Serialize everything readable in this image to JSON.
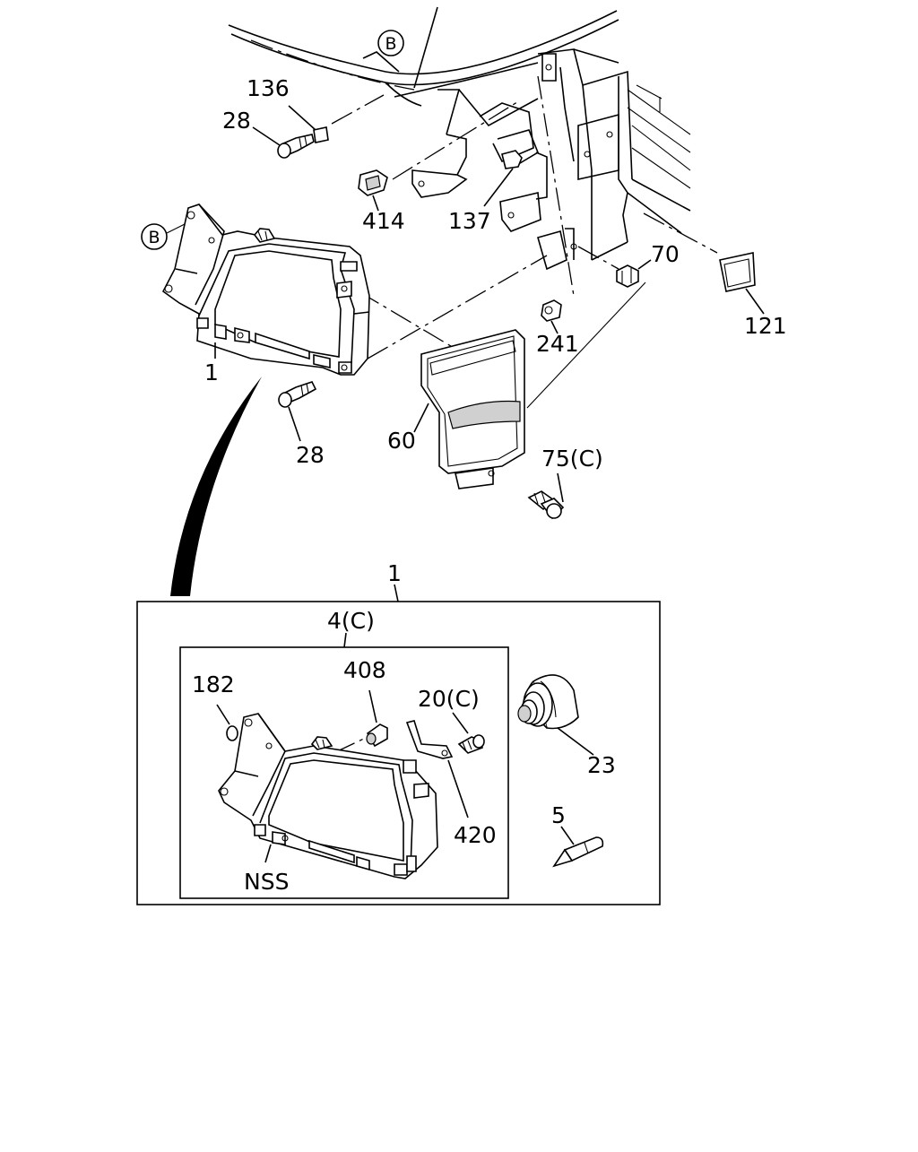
{
  "callouts": {
    "b_top": "B",
    "b_left": "B",
    "p136": "136",
    "p28a": "28",
    "p414": "414",
    "p137": "137",
    "p70": "70",
    "p121": "121",
    "p241": "241",
    "p1a": "1",
    "p28b": "28",
    "p60": "60",
    "p75": "75(C)",
    "p1b": "1",
    "p4": "4(C)",
    "p182": "182",
    "p408": "408",
    "p20": "20(C)",
    "p420": "420",
    "p23": "23",
    "p5": "5",
    "nss": "NSS"
  }
}
